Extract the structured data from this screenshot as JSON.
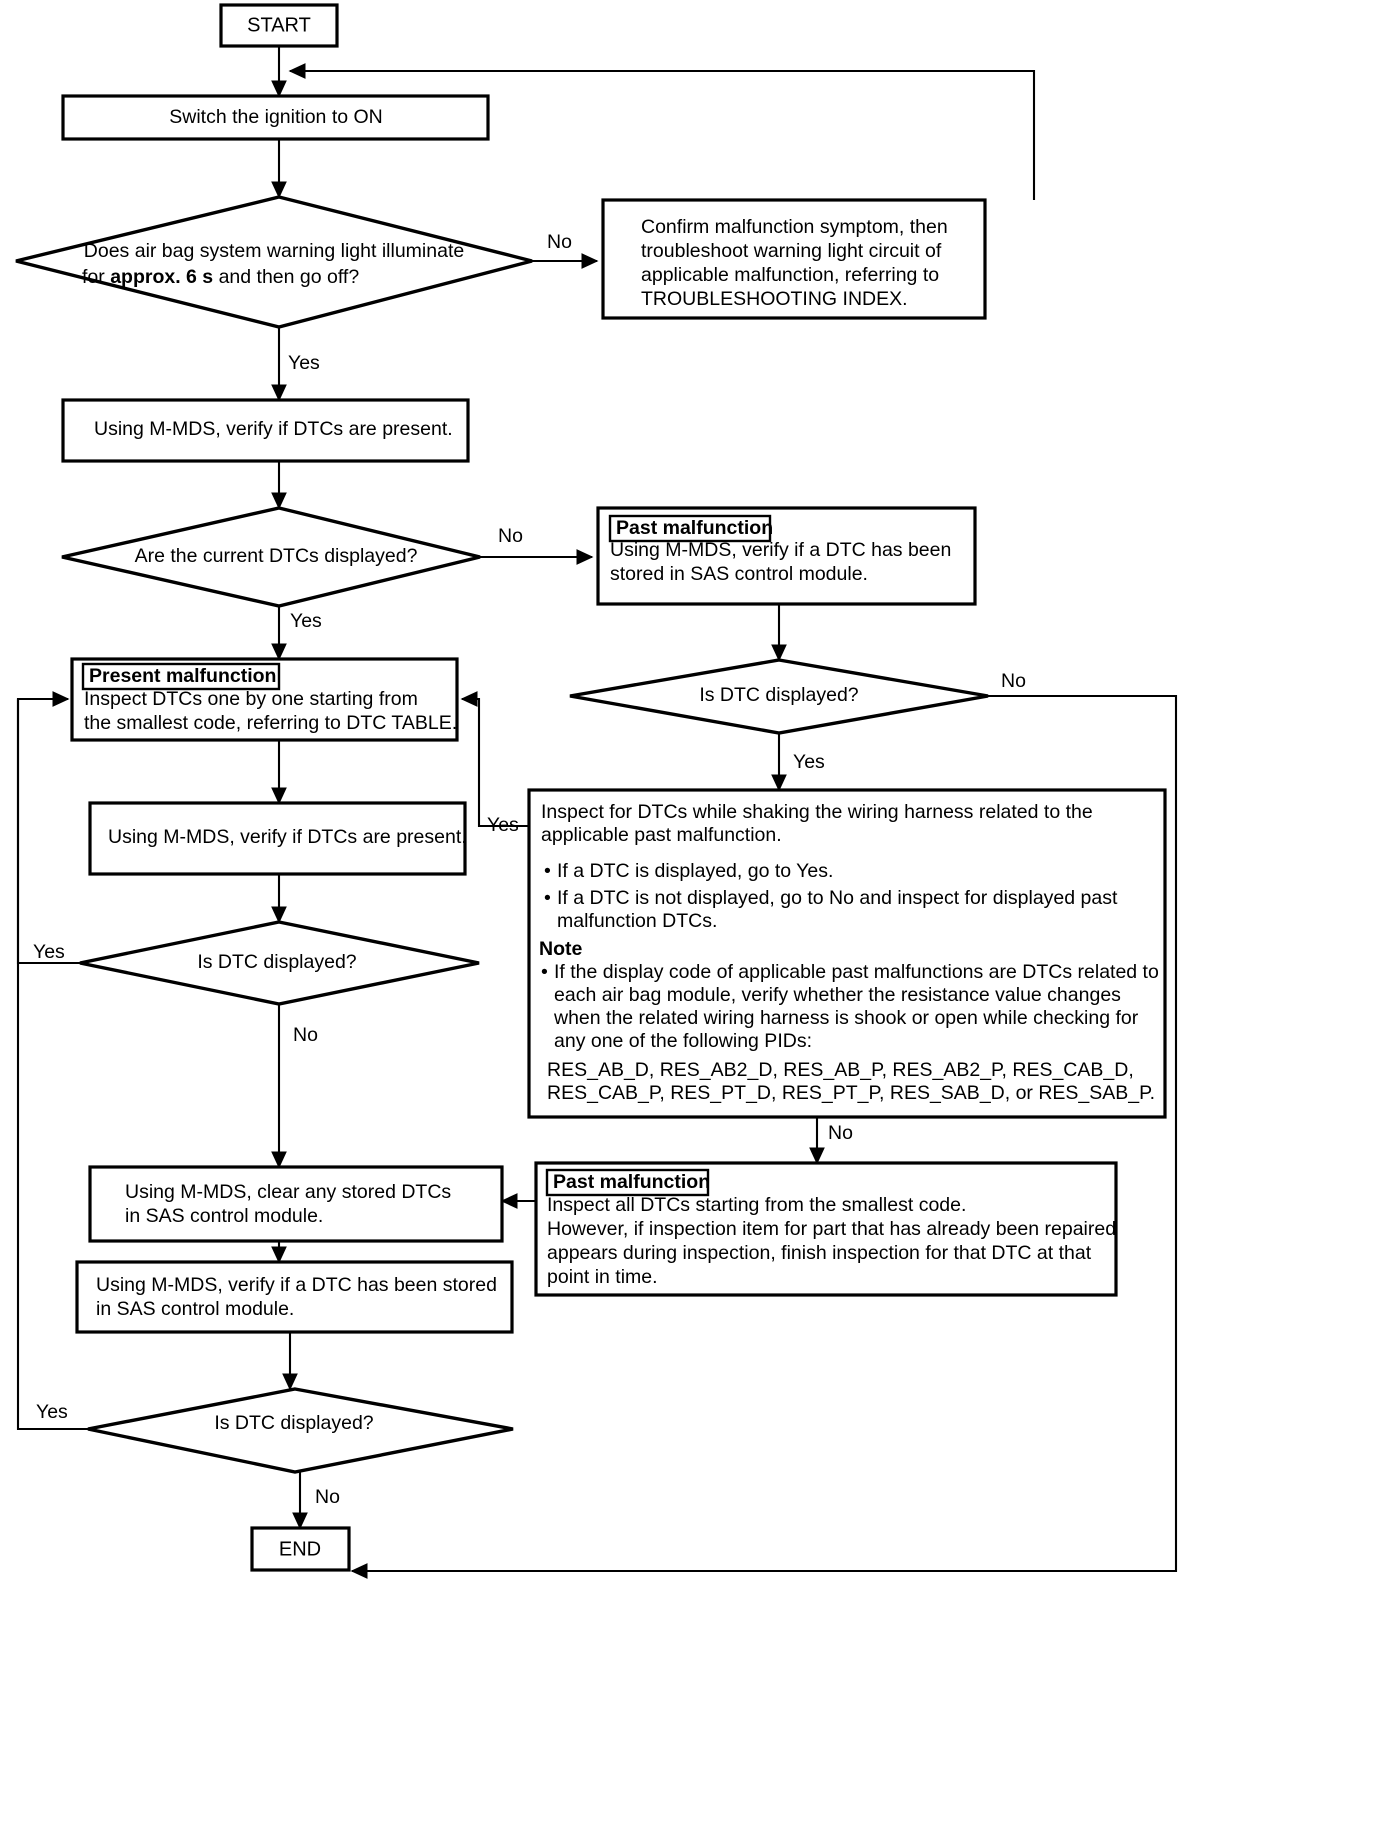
{
  "chart_data": {
    "type": "diagram",
    "title": "Air bag system DTC troubleshooting flowchart",
    "nodes": [
      {
        "id": "start",
        "shape": "terminal",
        "text": "START"
      },
      {
        "id": "ignition",
        "shape": "process",
        "text": "Switch the ignition to ON"
      },
      {
        "id": "warn_light",
        "shape": "decision",
        "line1_a": "Does air bag system warning light illuminate",
        "line2_a": "for ",
        "line2_b": "approx. 6 s",
        "line2_c": " and then go off?"
      },
      {
        "id": "confirm_sym",
        "shape": "process",
        "lines": [
          "Confirm malfunction symptom, then",
          "troubleshoot warning light circuit of",
          "applicable malfunction, referring to",
          "TROUBLESHOOTING INDEX."
        ]
      },
      {
        "id": "verify_dtc",
        "shape": "process",
        "text": "Using M-MDS, verify if DTCs are present."
      },
      {
        "id": "current_dtc",
        "shape": "decision",
        "text": "Are the current DTCs displayed?"
      },
      {
        "id": "past_mal_1",
        "shape": "process",
        "heading": "Past malfunction",
        "lines": [
          "Using M-MDS, verify if a DTC has been",
          "stored in SAS control module."
        ]
      },
      {
        "id": "is_dtc_1",
        "shape": "decision",
        "text": "Is DTC displayed?"
      },
      {
        "id": "present_mal",
        "shape": "process",
        "heading": "Present malfunction",
        "lines": [
          "Inspect DTCs one by one starting from",
          "the smallest code, referring to DTC TABLE."
        ]
      },
      {
        "id": "verify_dtc_2",
        "shape": "process",
        "text": "Using M-MDS, verify if DTCs are present."
      },
      {
        "id": "is_dtc_2",
        "shape": "decision",
        "text": "Is DTC displayed?"
      },
      {
        "id": "shake_box",
        "shape": "process",
        "lines": [
          "Inspect for DTCs while shaking the wiring harness related to the",
          "applicable past malfunction."
        ],
        "bullets": [
          [
            "If a DTC is displayed, go to Yes."
          ],
          [
            "If a DTC is not displayed, go to No and inspect for displayed past",
            "malfunction DTCs."
          ]
        ],
        "note_heading": "Note",
        "note_bullets": [
          [
            "If the display code of applicable past malfunctions are DTCs related to",
            "each air bag module, verify whether the resistance value changes",
            "when the related wiring harness is shook or open while checking for",
            "any one of the following PIDs:"
          ]
        ],
        "pids": [
          "RES_AB_D, RES_AB2_D, RES_AB_P, RES_AB2_P,  RES_CAB_D,",
          "RES_CAB_P, RES_PT_D, RES_PT_P, RES_SAB_D, or RES_SAB_P."
        ]
      },
      {
        "id": "clear_dtc",
        "shape": "process",
        "lines": [
          "Using M-MDS, clear any stored DTCs",
          "in SAS control module."
        ]
      },
      {
        "id": "past_mal_2",
        "shape": "process",
        "heading": "Past malfunction",
        "lines": [
          "Inspect all DTCs starting from the smallest code.",
          "However, if inspection item for part that has already been repaired",
          "appears during inspection, finish inspection for that DTC at that",
          "point in time."
        ]
      },
      {
        "id": "verify_dtc_3",
        "shape": "process",
        "lines": [
          "Using M-MDS, verify if a DTC has been stored",
          "in SAS control module."
        ]
      },
      {
        "id": "is_dtc_3",
        "shape": "decision",
        "text": "Is DTC displayed?"
      },
      {
        "id": "end",
        "shape": "terminal",
        "text": "END"
      }
    ],
    "edge_labels": {
      "warn_light_no": "No",
      "warn_light_yes": "Yes",
      "current_dtc_no": "No",
      "current_dtc_yes": "Yes",
      "is_dtc_1_no": "No",
      "is_dtc_1_yes": "Yes",
      "shake_yes": "Yes",
      "shake_no": "No",
      "is_dtc_2_yes": "Yes",
      "is_dtc_2_no": "No",
      "is_dtc_3_yes": "Yes",
      "is_dtc_3_no": "No"
    },
    "colors": {
      "stroke": "#000000",
      "fill": "#ffffff",
      "text": "#000000"
    }
  }
}
